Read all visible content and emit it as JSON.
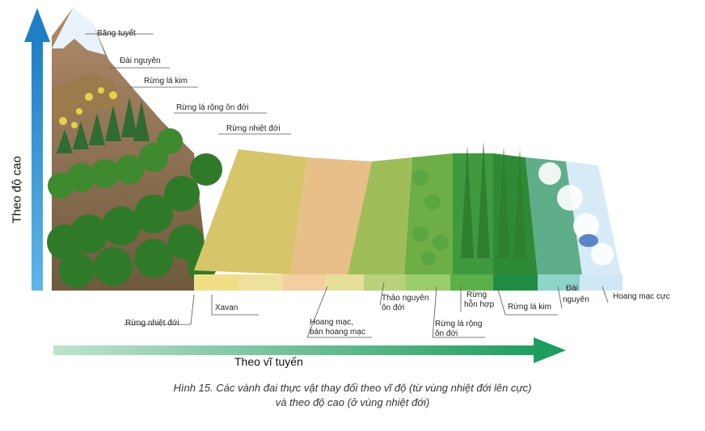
{
  "altitude_axis_label": "Theo độ cao",
  "latitude_axis_label": "Theo vĩ tuyến",
  "caption": {
    "line1": "Hình 15. Các vành đai thực vật thay đổi theo vĩ độ (từ vùng nhiệt đới lên cực)",
    "line2": "và theo độ cao (ở vùng nhiệt đới)"
  },
  "mountain_labels": {
    "bang_tuyet": "Băng tuyết",
    "dai_nguyen": "Đài nguyên",
    "rung_la_kim": "Rừng lá kim",
    "rung_la_rong": "Rừng lá rộng ôn đới",
    "rung_nhiet_doi": "Rừng nhiệt đới"
  },
  "latitude_labels": {
    "rung_nhiet_doi": "Rừng nhiệt đới",
    "xavan": "Xavan",
    "hoang_mac_1": "Hoang mạc,",
    "hoang_mac_2": "bán hoang mạc",
    "thao_nguyen_1": "Thảo nguyên",
    "thao_nguyen_2": "ôn đới",
    "rung_la_rong_1": "Rừng lá rộng",
    "rung_la_rong_2": "ôn đới",
    "rung_hon_hop_1": "Rừng",
    "rung_hon_hop_2": "hỗn hợp",
    "rung_la_kim": "Rừng lá kim",
    "dai_nguyen_1": "Đài",
    "dai_nguyen_2": "nguyên",
    "hoang_mac_cuc": "Hoang mạc cực"
  },
  "colors": {
    "vertical_arrow": "#2a8bd0",
    "horizontal_arrow": "#2fae78",
    "tropical_forest": "#3f8a2e",
    "savanna": "#e8d27a",
    "desert": "#f0c98c",
    "steppe": "#b9cf73",
    "broadleaf": "#78b84a",
    "mixed": "#4fa646",
    "conifer": "#2c8b3b",
    "tundra": "#86cfc4",
    "polar": "#d8ecf7"
  }
}
